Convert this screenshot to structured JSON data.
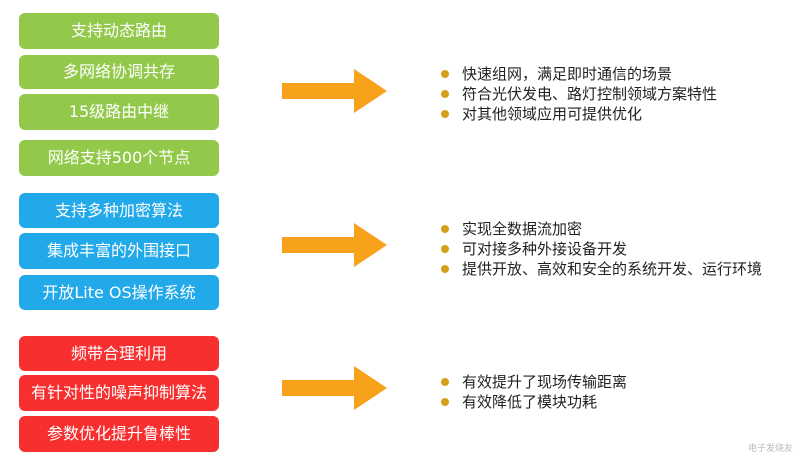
{
  "colors": {
    "green": "#92c94a",
    "blue": "#21a9ea",
    "red": "#f72f2f",
    "arrow": "#f7a21a",
    "bullet": "#d4a017"
  },
  "groups": [
    {
      "features": [
        "支持动态路由",
        "多网络协调共存",
        "15级路由中继",
        "网络支持500个节点"
      ],
      "benefits": [
        "快速组网，满足即时通信的场景",
        "符合光伏发电、路灯控制领域方案特性",
        "对其他领域应用可提供优化"
      ]
    },
    {
      "features": [
        "支持多种加密算法",
        "集成丰富的外围接口",
        "开放Lite OS操作系统"
      ],
      "benefits": [
        "实现全数据流加密",
        "可对接多种外接设备开发",
        "提供开放、高效和安全的系统开发、运行环境"
      ]
    },
    {
      "features": [
        "频带合理利用",
        "有针对性的噪声抑制算法",
        "参数优化提升鲁棒性"
      ],
      "benefits": [
        "有效提升了现场传输距离",
        "有效降低了模块功耗"
      ]
    }
  ],
  "watermark": "电子发烧友"
}
